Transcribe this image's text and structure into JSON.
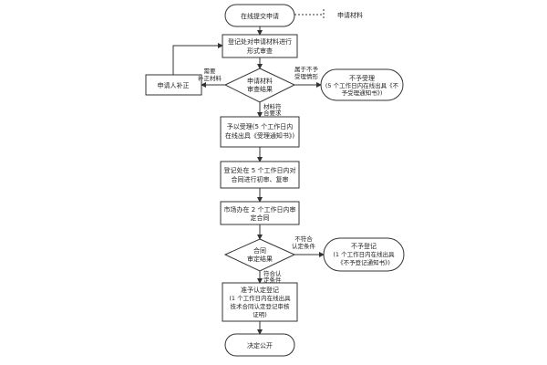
{
  "nodes": {
    "start": "在线提交申请",
    "materials": "申请材料",
    "formal_review": [
      "登记处对申请材料进行",
      "形式审查"
    ],
    "review_result": [
      "申请材料",
      "审查结果"
    ],
    "applicant_fix": "申请人补正",
    "reject_accept": [
      "不予受理",
      "(5 个工作日内在线出具《不",
      "予受理通知书》)"
    ],
    "accept": [
      "予以受理(5 个工作日内",
      "在线出具《受理通知书》)"
    ],
    "first_review": [
      "登记处在 5 个工作日内对",
      "合同进行初审、复审"
    ],
    "market_review": [
      "市场办在 2 个工作日内审",
      "定合同"
    ],
    "contract_result": [
      "合同",
      "审定结果"
    ],
    "reject_register": [
      "不予登记",
      "(1 个工作日内在线出具",
      "《不予登记通知书》)"
    ],
    "approve": [
      "准予认定登记",
      "(1 个工作日内在线出具",
      "技术合同认定登记审核",
      "证明)"
    ],
    "publish": "决定公开"
  },
  "edge_labels": {
    "need_fix": [
      "需要",
      "补正材料"
    ],
    "not_accept": [
      "属于不予",
      "受理情形"
    ],
    "meets": [
      "材料符",
      "合要求"
    ],
    "not_meet": [
      "不符合",
      "认定条件"
    ],
    "meet": [
      "符合认",
      "定条件"
    ]
  }
}
